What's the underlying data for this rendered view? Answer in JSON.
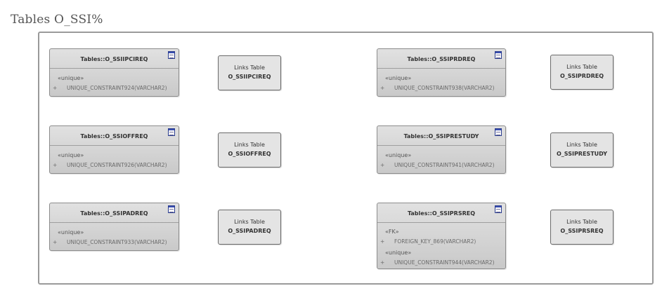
{
  "title": "Tables O_SSI%",
  "entities": [
    {
      "title": "Tables::O_SSIIPCIREQ",
      "icon": "table-icon",
      "groups": [
        {
          "stereotype": "«unique»",
          "attributes": [
            "UNIQUE_CONSTRAINT924(VARCHAR2)"
          ]
        }
      ]
    },
    {
      "title": "Tables::O_SSIOFFREQ",
      "icon": "table-icon",
      "groups": [
        {
          "stereotype": "«unique»",
          "attributes": [
            "UNIQUE_CONSTRAINT926(VARCHAR2)"
          ]
        }
      ]
    },
    {
      "title": "Tables::O_SSIPADREQ",
      "icon": "table-icon",
      "groups": [
        {
          "stereotype": "«unique»",
          "attributes": [
            "UNIQUE_CONSTRAINT933(VARCHAR2)"
          ]
        }
      ]
    },
    {
      "title": "Tables::O_SSIPRDREQ",
      "icon": "table-icon",
      "groups": [
        {
          "stereotype": "«unique»",
          "attributes": [
            "UNIQUE_CONSTRAINT938(VARCHAR2)"
          ]
        }
      ]
    },
    {
      "title": "Tables::O_SSIPRESTUDY",
      "icon": "table-icon",
      "groups": [
        {
          "stereotype": "«unique»",
          "attributes": [
            "UNIQUE_CONSTRAINT941(VARCHAR2)"
          ]
        }
      ]
    },
    {
      "title": "Tables::O_SSIPRSREQ",
      "icon": "table-icon",
      "groups": [
        {
          "stereotype": "«FK»",
          "attributes": [
            "FOREIGN_KEY_869(VARCHAR2)"
          ]
        },
        {
          "stereotype": "«unique»",
          "attributes": [
            "UNIQUE_CONSTRAINT944(VARCHAR2)"
          ]
        }
      ]
    }
  ],
  "attribute_prefix": "+",
  "links": [
    {
      "line1": "Links Table",
      "line2": "O_SSIIPCIREQ"
    },
    {
      "line1": "Links Table",
      "line2": "O_SSIOFFREQ"
    },
    {
      "line1": "Links Table",
      "line2": "O_SSIPADREQ"
    },
    {
      "line1": "Links Table",
      "line2": "O_SSIPRDREQ"
    },
    {
      "line1": "Links Table",
      "line2": "O_SSIPRESTUDY"
    },
    {
      "line1": "Links Table",
      "line2": "O_SSIPRSREQ"
    }
  ]
}
